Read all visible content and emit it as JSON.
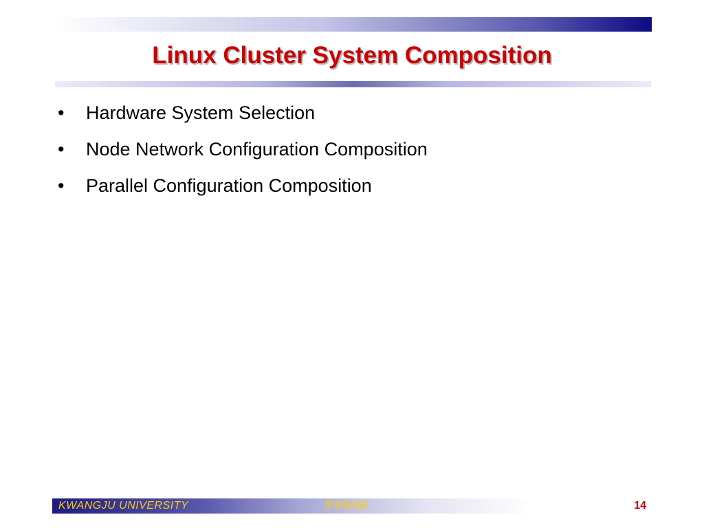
{
  "slide": {
    "title": "Linux Cluster System Composition",
    "bullets": [
      {
        "glyph": "•",
        "text": "Hardware System Selection"
      },
      {
        "glyph": "•",
        "text": "Node Network Configuration Composition"
      },
      {
        "glyph": "•",
        "text": "Parallel Configuration Composition"
      }
    ]
  },
  "footer": {
    "left": "KWANGJU UNIVERSITY",
    "center": "운영체제론",
    "page_number": "14"
  },
  "colors": {
    "title": "#cc0000",
    "footer_text": "#ffcc00",
    "bar_dark": "#0b0b83"
  }
}
